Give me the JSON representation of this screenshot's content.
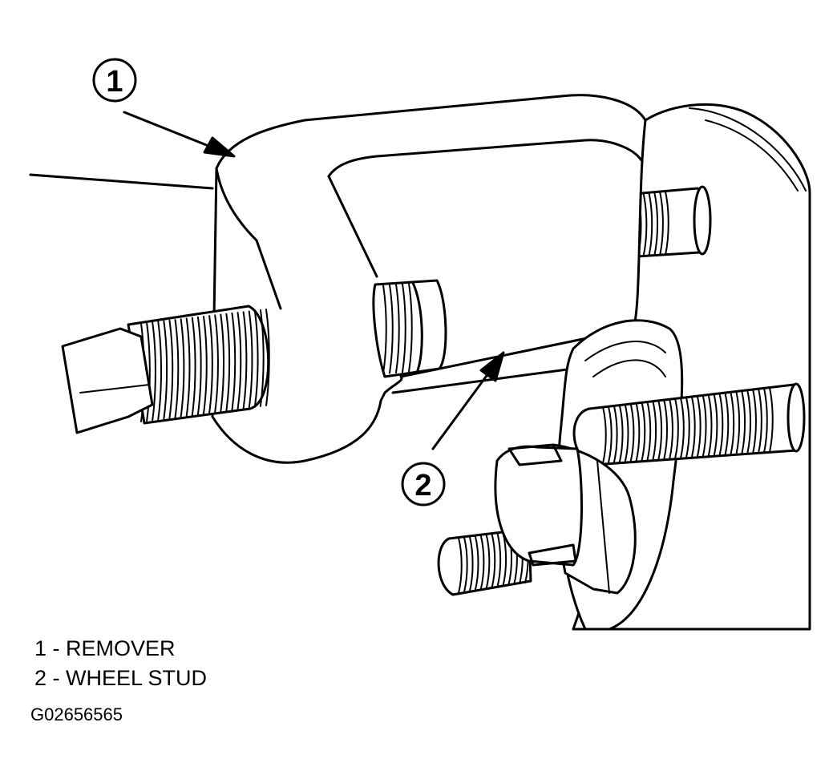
{
  "callouts": [
    {
      "number": "1",
      "label": "REMOVER"
    },
    {
      "number": "2",
      "label": "WHEEL STUD"
    }
  ],
  "legend": {
    "item1": "1 - REMOVER",
    "item2": "2 - WHEEL STUD"
  },
  "figure_id": "G02656565"
}
